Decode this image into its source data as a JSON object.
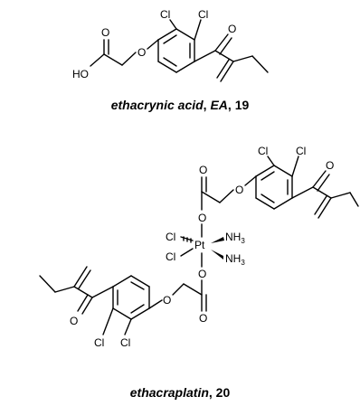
{
  "atoms": {
    "cl": "Cl",
    "o": "O",
    "ho": "HO",
    "pt": "Pt",
    "nh3_main": "NH",
    "nh3_sub": "3"
  },
  "captions": {
    "ea_name": "ethacrynic acid",
    "ea_sep1": ", ",
    "ea_abbr": "EA",
    "ea_sep2": ", ",
    "ea_num": "19",
    "ep_name": "ethacraplatin",
    "ep_sep": ", ",
    "ep_num": "20"
  }
}
